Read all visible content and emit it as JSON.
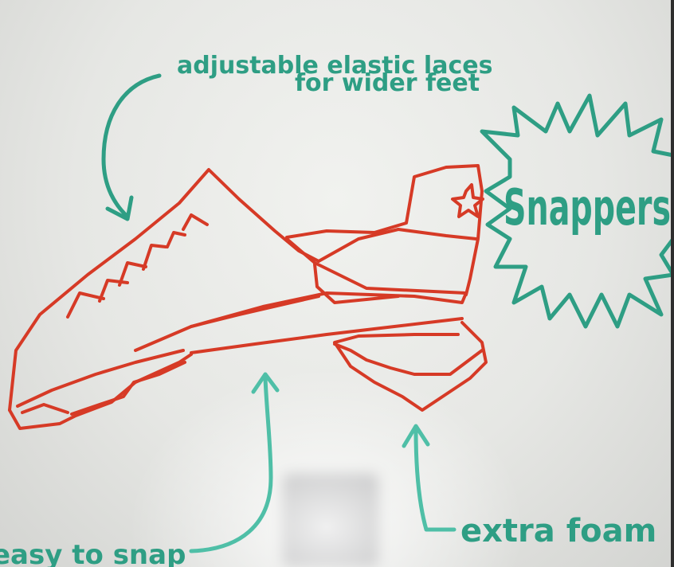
{
  "annotations": {
    "laces_line1": "adjustable elastic laces",
    "laces_line2": "for wider feet",
    "brand": "Snappers",
    "snap": "easy to snap",
    "foam": "extra foam"
  },
  "colors": {
    "shoe_ink": "#d63a26",
    "annotation_ink": "#2e9e84",
    "annotation_ink_light": "#4fbfa7",
    "board": "#eceeeb"
  }
}
